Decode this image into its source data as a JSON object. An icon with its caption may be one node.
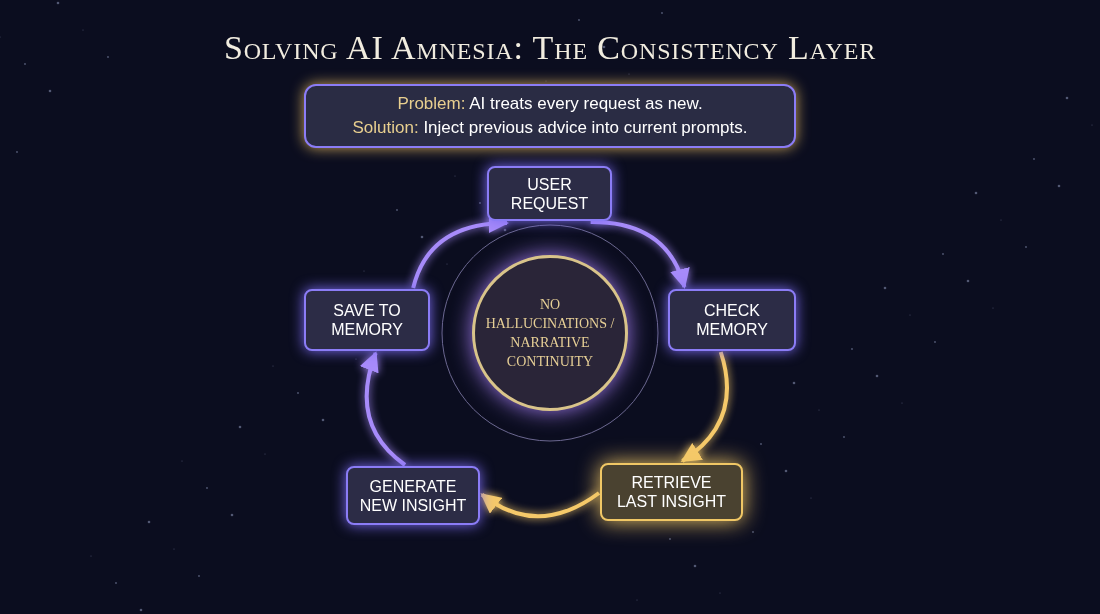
{
  "diagram": {
    "title": "Solving AI Amnesia: The Consistency Layer",
    "nodes": [
      {
        "text": [
          "**Problem:** AI treats every request as new.",
          "**Solution:** Inject previous advice into current prompts."
        ]
      },
      {
        "text": [
          "USER REQUEST"
        ]
      },
      {
        "text": [
          "CHECK MEMORY"
        ]
      },
      {
        "text": [
          "RETRIEVE LAST INSIGHT"
        ]
      },
      {
        "text": [
          "GENERATE NEW INSIGHT"
        ]
      },
      {
        "text": [
          "SAVE TO MEMORY"
        ]
      },
      {
        "text": [
          "NO HALLUCINATIONS / NARRATIVE CONTINUITY"
        ]
      }
    ],
    "edges": [
      {
        "from": 1,
        "to": 2,
        "arrow": "to"
      },
      {
        "from": 2,
        "to": 3,
        "arrow": "to",
        "color": "#f5c96a"
      },
      {
        "from": 3,
        "to": 4,
        "arrow": "to",
        "color": "#f5c96a"
      },
      {
        "from": 4,
        "to": 5,
        "arrow": "to"
      },
      {
        "from": 5,
        "to": 1,
        "arrow": "to"
      }
    ]
  }
}
